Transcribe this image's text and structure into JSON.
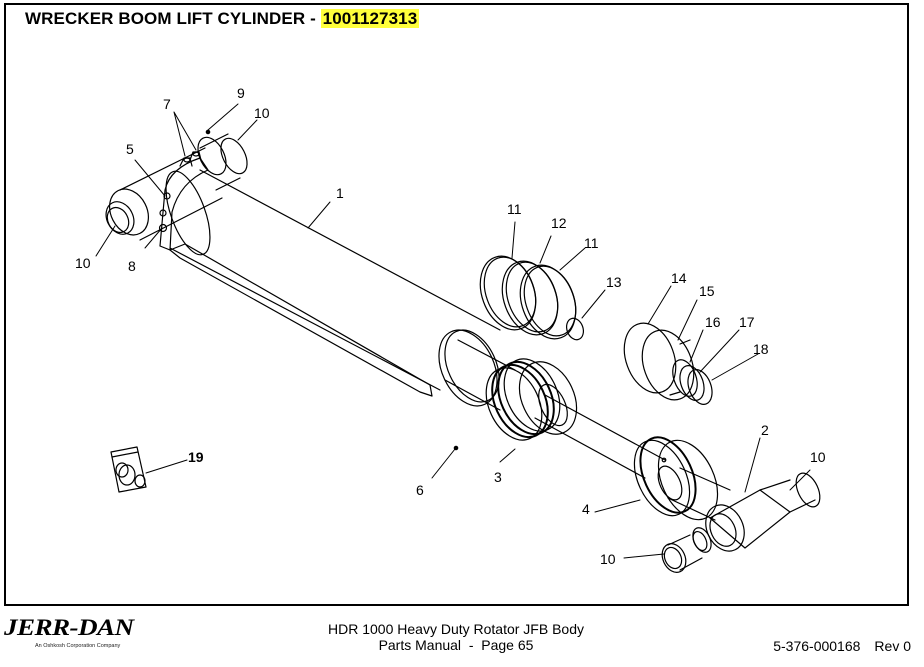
{
  "page": {
    "title_text": "WRECKER BOOM LIFT CYLINDER - ",
    "part_number": "1001127313",
    "highlight_color": "#ffff3b"
  },
  "diagram": {
    "subject": "Exploded view of wrecker boom lift cylinder",
    "callouts": [
      "1",
      "2",
      "3",
      "4",
      "5",
      "6",
      "7",
      "8",
      "9",
      "10",
      "10",
      "10",
      "10",
      "11",
      "11",
      "12",
      "13",
      "14",
      "15",
      "16",
      "17",
      "18",
      "19"
    ],
    "labels": {
      "c1": "1",
      "c2": "2",
      "c3": "3",
      "c4": "4",
      "c5": "5",
      "c6": "6",
      "c7": "7",
      "c8": "8",
      "c9": "9",
      "c10_top": "10",
      "c10_left": "10",
      "c10_right": "10",
      "c10_bottom": "10",
      "c11_a": "11",
      "c11_b": "11",
      "c12": "12",
      "c13": "13",
      "c14": "14",
      "c15": "15",
      "c16": "16",
      "c17": "17",
      "c18": "18",
      "c19": "19"
    }
  },
  "footer": {
    "brand": "JERR-DAN",
    "brand_tagline": "An Oshkosh Corporation Company",
    "manual_line1": "HDR 1000 Heavy Duty Rotator JFB Body",
    "manual_line2": "Parts Manual  -  Page 65",
    "doc_number": "5-376-000168",
    "revision": "Rev 0"
  }
}
